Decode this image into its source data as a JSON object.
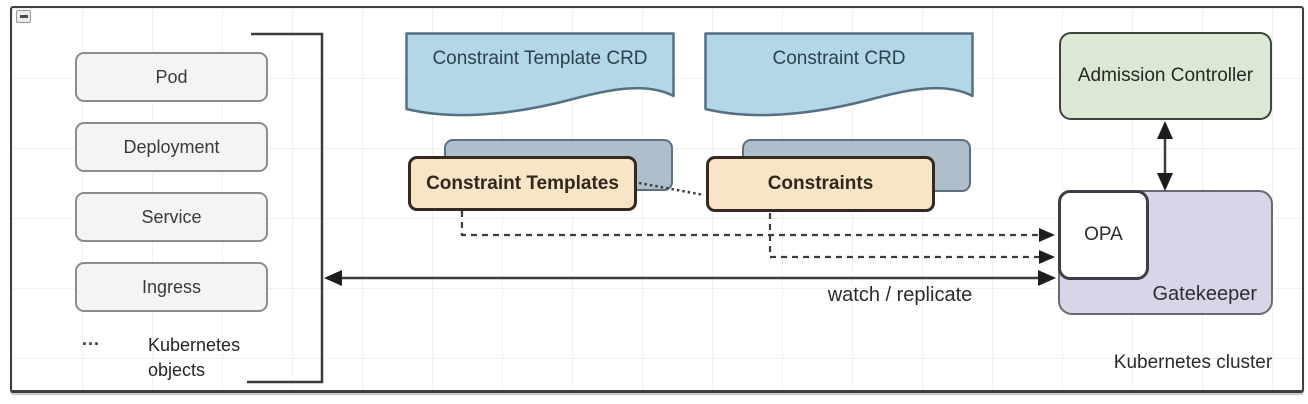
{
  "window": {
    "collapse_icon": "minus"
  },
  "kubernetes_objects": {
    "items": [
      "Pod",
      "Deployment",
      "Service",
      "Ingress"
    ],
    "ellipsis": "...",
    "group_label": "Kubernetes objects"
  },
  "crds": {
    "constraint_template_crd": "Constraint Template CRD",
    "constraint_crd": "Constraint CRD"
  },
  "resources": {
    "constraint_templates": "Constraint Templates",
    "constraints": "Constraints"
  },
  "cluster": {
    "admission_controller": "Admission Controller",
    "opa": "OPA",
    "gatekeeper": "Gatekeeper",
    "cluster_label": "Kubernetes cluster"
  },
  "edges": {
    "watch_replicate_label": "watch / replicate"
  },
  "colors": {
    "crd_fill": "#b4d7e8",
    "crd_stroke": "#557083",
    "resource_fill": "#f8e5c8",
    "resource_stroke": "#33291f",
    "stack_fill": "#aebecb",
    "stack_stroke": "#5e7080",
    "admission_fill": "#dce8d4",
    "admission_stroke": "#3c453c",
    "gatekeeper_fill": "#d8d5e9",
    "gatekeeper_stroke": "#6a6a74",
    "object_fill": "#f4f4f4",
    "object_stroke": "#8c8c8c",
    "line": "#3c3c3c"
  }
}
